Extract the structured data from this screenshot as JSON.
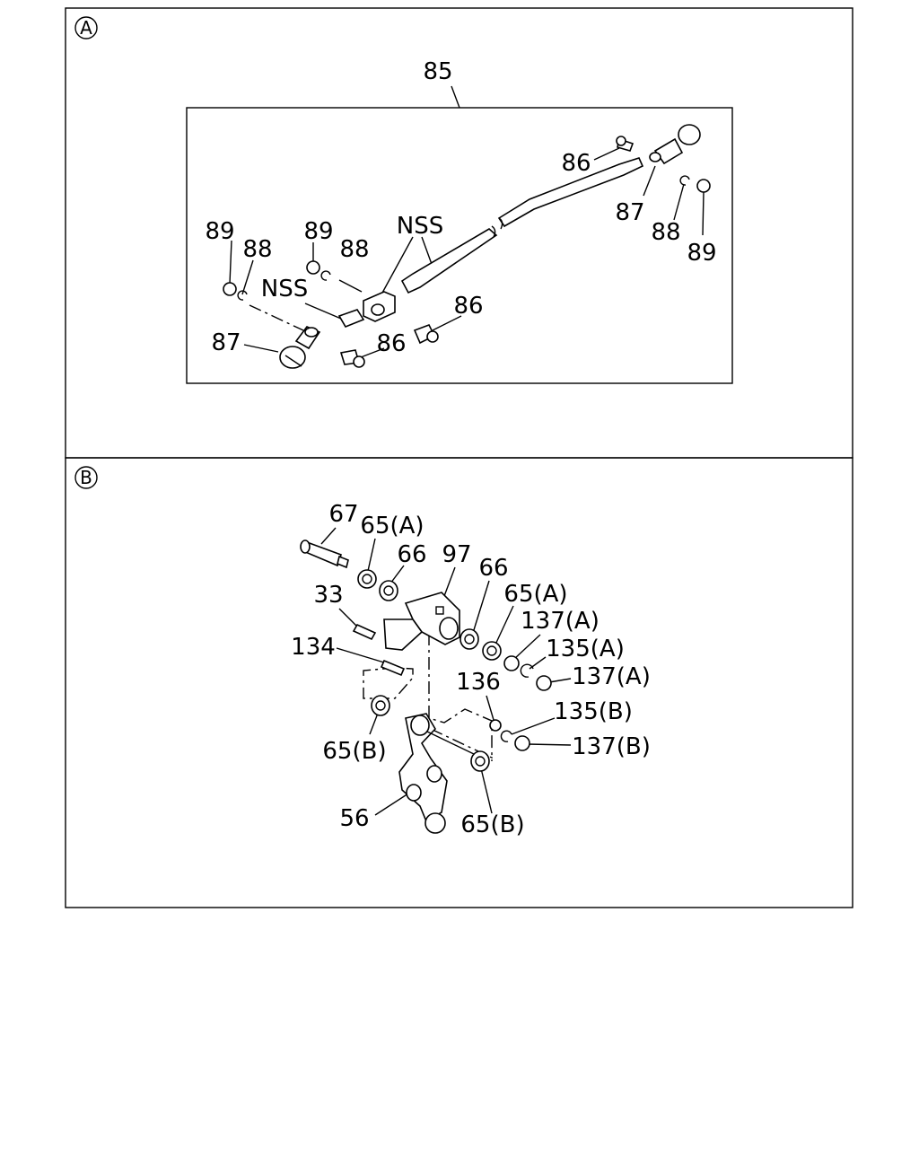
{
  "panel_a": {
    "marker": "A",
    "labels": {
      "l85": "85",
      "l86_top": "86",
      "l87_right": "87",
      "l88_right": "88",
      "l89_right": "89",
      "l89_left": "89",
      "l88_left": "88",
      "l89_mid": "89",
      "l88_mid": "88",
      "nss_top": "NSS",
      "nss_left": "NSS",
      "l86_mid": "86",
      "l86_bottom": "86",
      "l87_left": "87"
    }
  },
  "panel_b": {
    "marker": "B",
    "labels": {
      "l67": "67",
      "l65a_top": "65(A)",
      "l66_left": "66",
      "l97": "97",
      "l66_right": "66",
      "l65a_right": "65(A)",
      "l33": "33",
      "l137a_top": "137(A)",
      "l134": "134",
      "l135a": "135(A)",
      "l137a_bottom": "137(A)",
      "l136": "136",
      "l135b": "135(B)",
      "l137b": "137(B)",
      "l65b_left": "65(B)",
      "l56": "56",
      "l65b_bottom": "65(B)"
    }
  }
}
